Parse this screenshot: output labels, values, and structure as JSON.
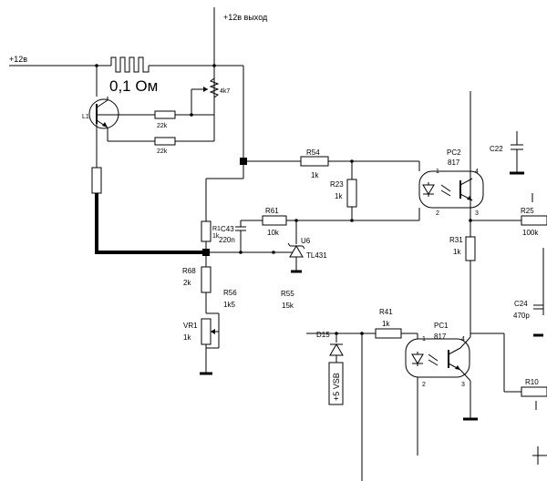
{
  "labels": {
    "input_rail": "+12в",
    "output_rail": "+12в выход",
    "shunt_value": "0,1 Ом",
    "pot_4k7": "4k7",
    "res_22k_a": "22k",
    "res_22k_b": "22k",
    "r54_name": "R54",
    "r54_value": "1k",
    "r23_name": "R23",
    "r23_value": "1k",
    "r61_name": "R61",
    "r61_value": "10k",
    "c43_name": "C43",
    "c43_value": "220n",
    "r1_name": "R1",
    "r1_value": "1k",
    "u6_name": "U6",
    "u6_part": "TL431",
    "r68_name": "R68",
    "r68_value": "2k",
    "r56_name": "R56",
    "r56_value": "1k5",
    "r55_name": "R55",
    "r55_value": "15k",
    "vr1_name": "VR1",
    "vr1_value": "1k",
    "pc2_name": "PC2",
    "pc2_part": "817",
    "pc1_name": "PC1",
    "pc1_part": "817",
    "c22_name": "C22",
    "r25_name": "R25",
    "r25_value": "100k",
    "r31_name": "R31",
    "r31_value": "1k",
    "c24_name": "C24",
    "c24_value": "470p",
    "r41_name": "R41",
    "r41_value": "1k",
    "d15_name": "D15",
    "vsb_label": "+5 VSB",
    "r10_partial": "R10",
    "pin_1": "1",
    "pin_2": "2",
    "pin_3": "3",
    "pin_4": "4"
  }
}
